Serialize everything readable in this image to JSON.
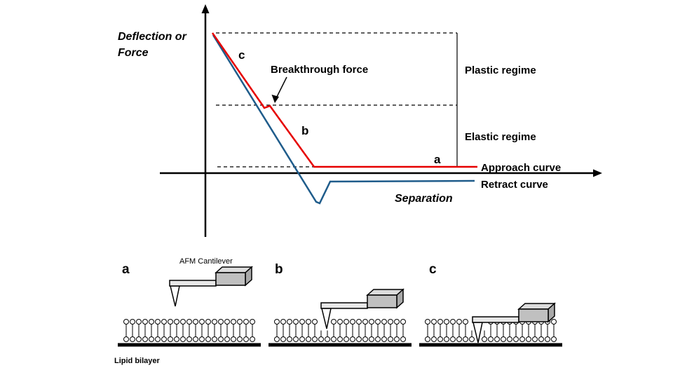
{
  "chart": {
    "y_axis_label_lines": [
      "Deflection or",
      "Force"
    ],
    "x_axis_label": "Separation",
    "annotations": {
      "breakthrough": "Breakthrough force",
      "plastic_regime": "Plastic regime",
      "elastic_regime": "Elastic regime",
      "approach_curve": "Approach curve",
      "retract_curve": "Retract curve",
      "point_a": "a",
      "point_b": "b",
      "point_c": "c"
    },
    "colors": {
      "approach": "#e60000",
      "retract": "#1f5c8b",
      "axis": "#000000"
    }
  },
  "panels": [
    {
      "label": "a"
    },
    {
      "label": "b"
    },
    {
      "label": "c"
    }
  ],
  "labels": {
    "afm_cantilever": "AFM Cantilever",
    "lipid_bilayer": "Lipid bilayer"
  }
}
